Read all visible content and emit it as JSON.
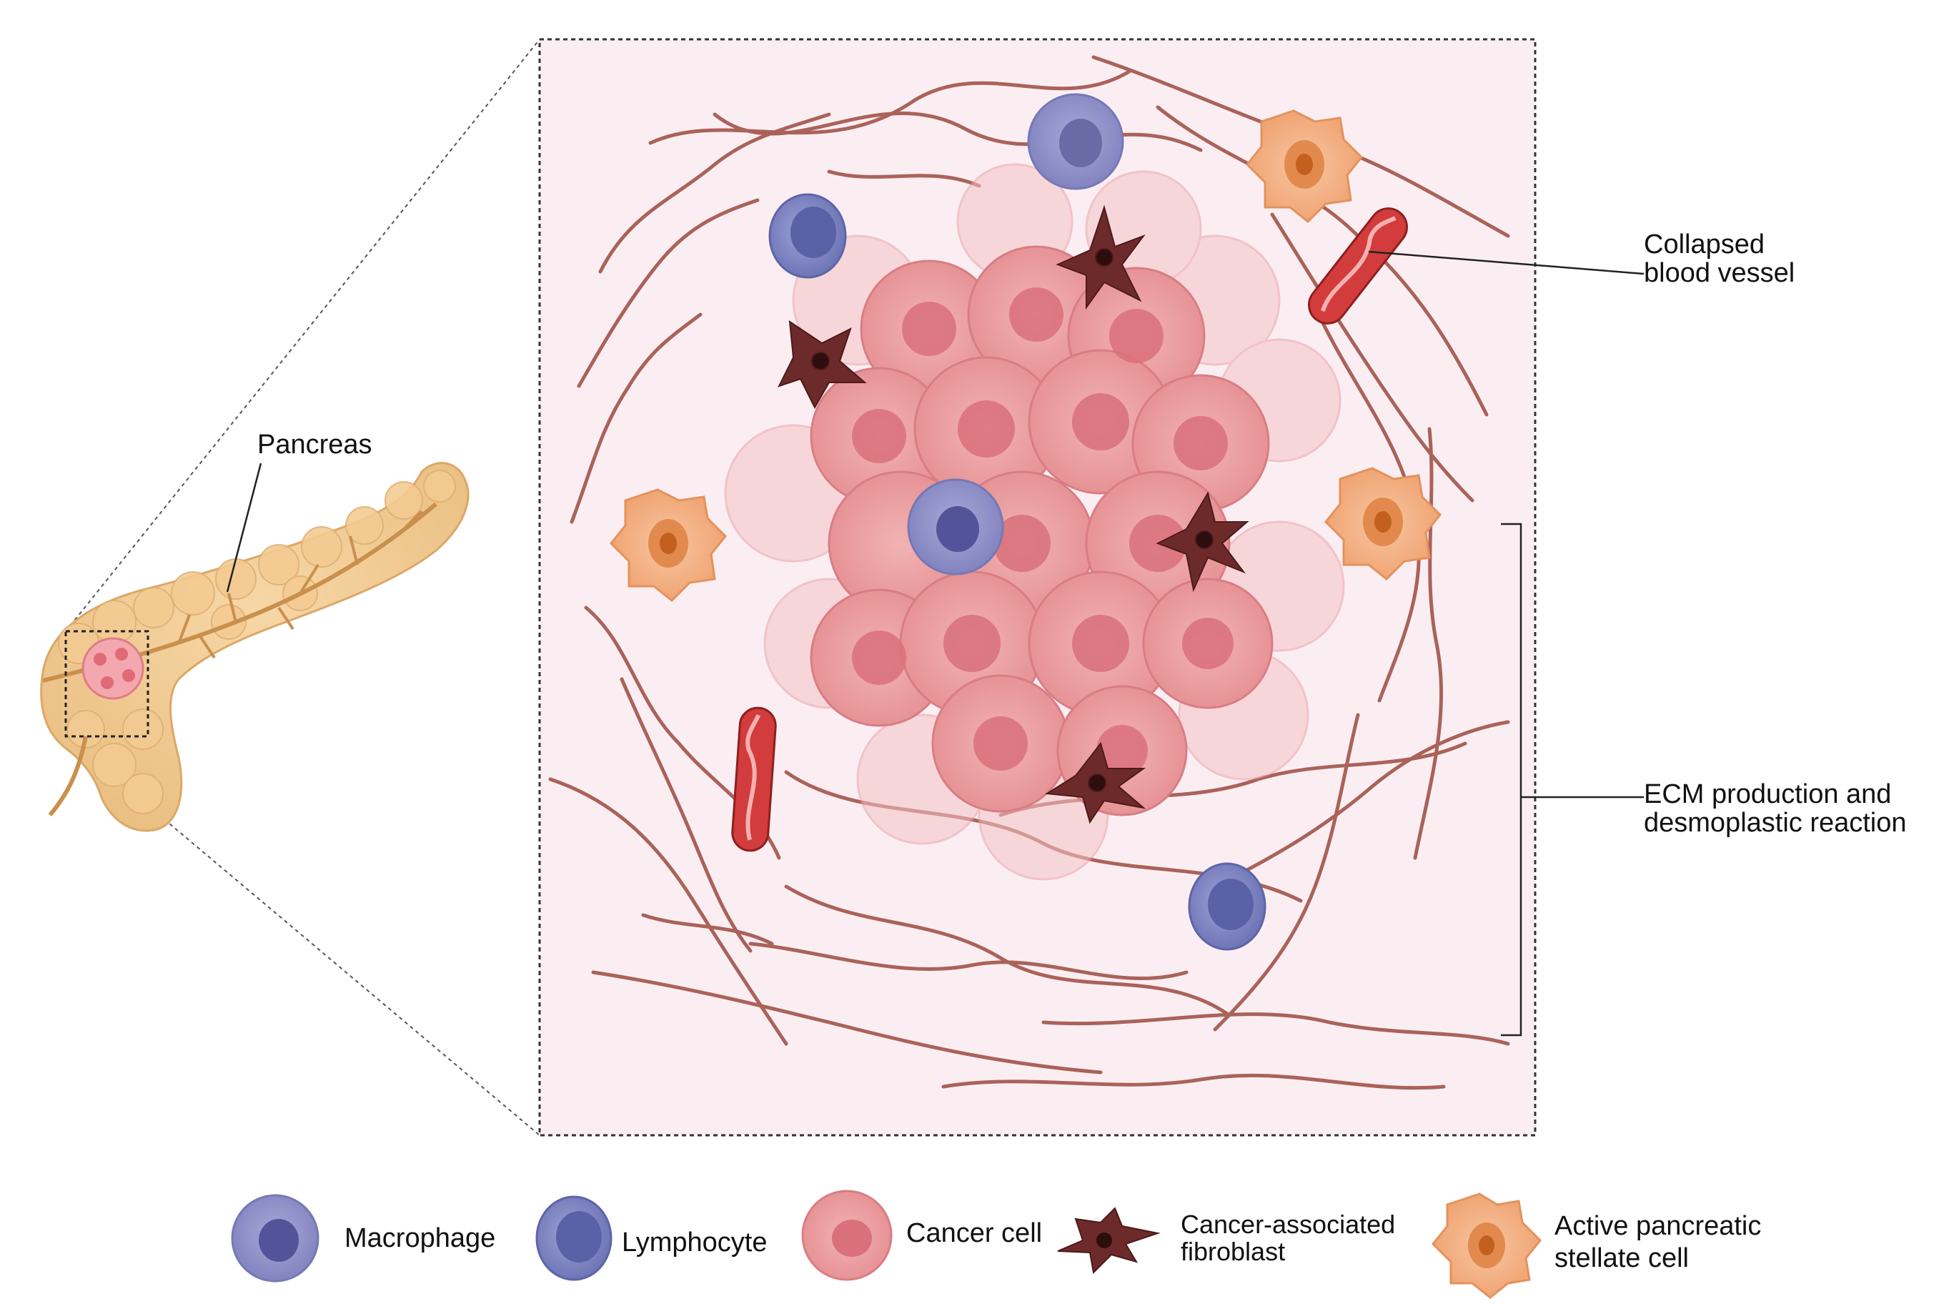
{
  "labels": {
    "pancreas": "Pancreas",
    "collapsed_line1": "Collapsed",
    "collapsed_line2": "blood vessel",
    "ecm_line1": "ECM production and",
    "ecm_line2": "desmoplastic reaction"
  },
  "legend": {
    "macrophage": "Macrophage",
    "lymphocyte": "Lymphocyte",
    "cancer_cell": "Cancer cell",
    "caf_line1": "Cancer-associated",
    "caf_line2": "fibroblast",
    "psc_line1": "Active pancreatic",
    "psc_line2": "stellate cell"
  },
  "colors": {
    "background_panel": "#fbeef3",
    "pancreas": "#f1c98f",
    "cancer_cell": "#e99a9a",
    "macrophage": "#8f8fc7",
    "lymphocyte": "#7f86c2",
    "fibroblast": "#6d2a2a",
    "stellate": "#f0a777",
    "fiber": "#9c4a3f",
    "vessel": "#c93b3b"
  }
}
